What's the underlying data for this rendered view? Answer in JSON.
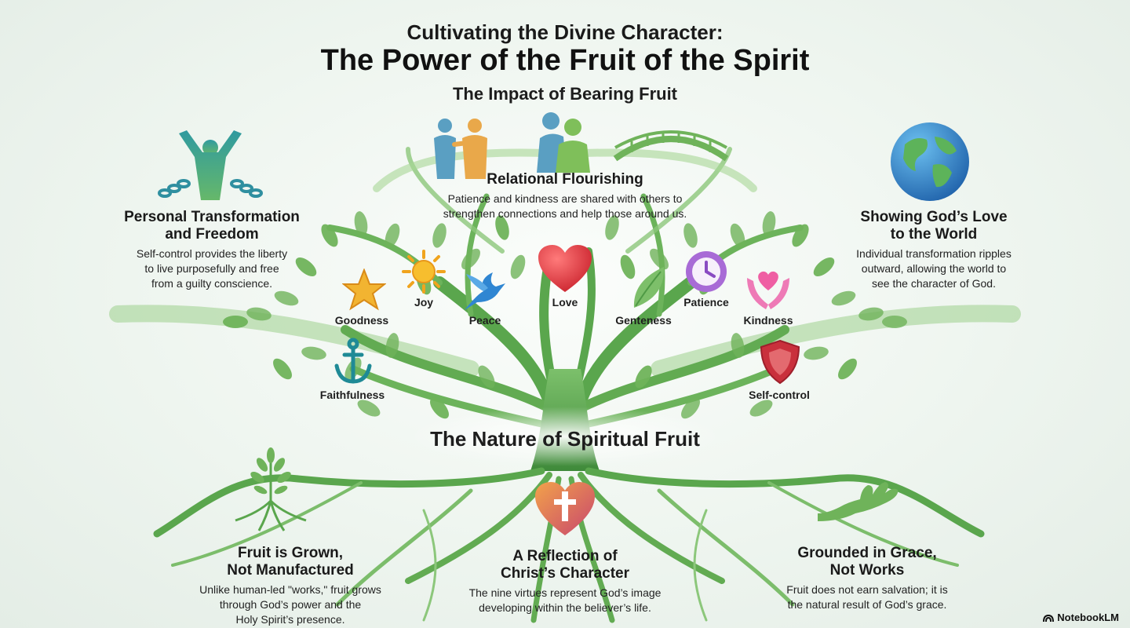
{
  "header": {
    "subtitle": "Cultivating the Divine Character:",
    "title": "The Power of the Fruit of the Spirit"
  },
  "impact": {
    "heading": "The Impact of Bearing Fruit",
    "personal": {
      "title_line1": "Personal Transformation",
      "title_line2": "and Freedom",
      "body_line1": "Self-control provides the liberty",
      "body_line2": "to live purposefully and free",
      "body_line3": "from a guilty conscience."
    },
    "relational": {
      "title": "Relational Flourishing",
      "body_line1": "Patience and kindness are shared with others to",
      "body_line2": "strengthen connections and help those around us."
    },
    "world": {
      "title_line1": "Showing God’s Love",
      "title_line2": "to the World",
      "body_line1": "Individual transformation ripples",
      "body_line2": "outward, allowing the world to",
      "body_line3": "see the character of God."
    }
  },
  "virtues": {
    "goodness": "Goodness",
    "joy": "Joy",
    "peace": "Peace",
    "love": "Love",
    "gentleness": "Genteness",
    "patience": "Patience",
    "kindness": "Kindness",
    "faithfulness": "Faithfulness",
    "self_control": "Self-control"
  },
  "nature": {
    "heading": "The Nature of Spiritual Fruit",
    "grown": {
      "title_line1": "Fruit is Grown,",
      "title_line2": "Not Manufactured",
      "body_line1": "Unlike human-led \"works,\" fruit grows",
      "body_line2": "through God’s power and the",
      "body_line3": "Holy Spirit’s presence."
    },
    "reflection": {
      "title_line1": "A Reflection of",
      "title_line2": "Christ’s Character",
      "body_line1": "The nine virtues represent God’s image",
      "body_line2": "developing within the believer’s life."
    },
    "grace": {
      "title_line1": "Grounded in Grace,",
      "title_line2": "Not Works",
      "body_line1": "Fruit does not earn salvation; it is",
      "body_line2": "the natural result of God’s grace."
    }
  },
  "brand": "NotebookLM",
  "colors": {
    "leaf": "#6fb35a",
    "branch": "#4f9a45",
    "heart": "#e23a3f",
    "globe_sea": "#2f86c9"
  },
  "icons": [
    "freedom-figure-icon",
    "people-icon",
    "embrace-icon",
    "bridge-icon",
    "globe-icon",
    "star-icon",
    "sun-icon",
    "dove-icon",
    "heart-icon",
    "leaf-icon",
    "clock-icon",
    "hands-heart-icon",
    "anchor-icon",
    "shield-icon",
    "cross-heart-icon",
    "sprout-icon",
    "open-hand-icon"
  ]
}
